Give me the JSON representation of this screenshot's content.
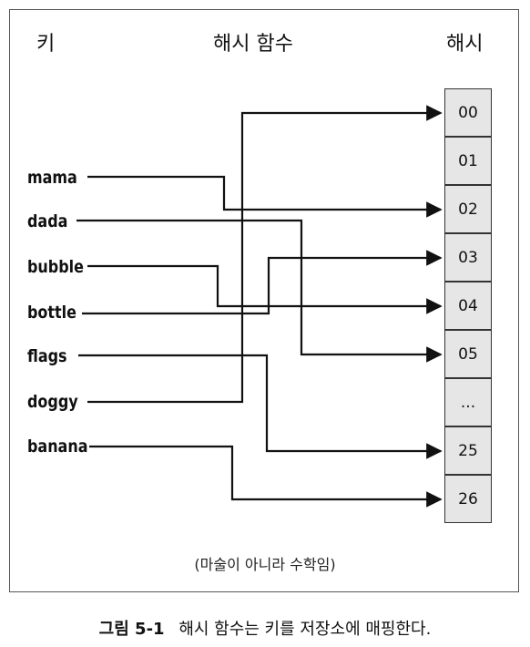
{
  "headers": {
    "keys": "키",
    "hash_function": "해시 함수",
    "hashes": "해시"
  },
  "keys": [
    "mama",
    "dada",
    "bubble",
    "bottle",
    "flags",
    "doggy",
    "banana"
  ],
  "buckets": [
    "00",
    "01",
    "02",
    "03",
    "04",
    "05",
    "...",
    "25",
    "26"
  ],
  "mappings": [
    {
      "key": "mama",
      "bucket": "02"
    },
    {
      "key": "dada",
      "bucket": "05"
    },
    {
      "key": "bubble",
      "bucket": "04"
    },
    {
      "key": "bottle",
      "bucket": "03"
    },
    {
      "key": "flags",
      "bucket": "25"
    },
    {
      "key": "doggy",
      "bucket": "00"
    },
    {
      "key": "banana",
      "bucket": "26"
    }
  ],
  "note": "(마술이 아니라 수학임)",
  "caption": {
    "label": "그림 5-1",
    "text": "해시 함수는 키를 저장소에 매핑한다."
  },
  "colors": {
    "bucket_fill": "#e6e6e6",
    "line": "#111111"
  }
}
